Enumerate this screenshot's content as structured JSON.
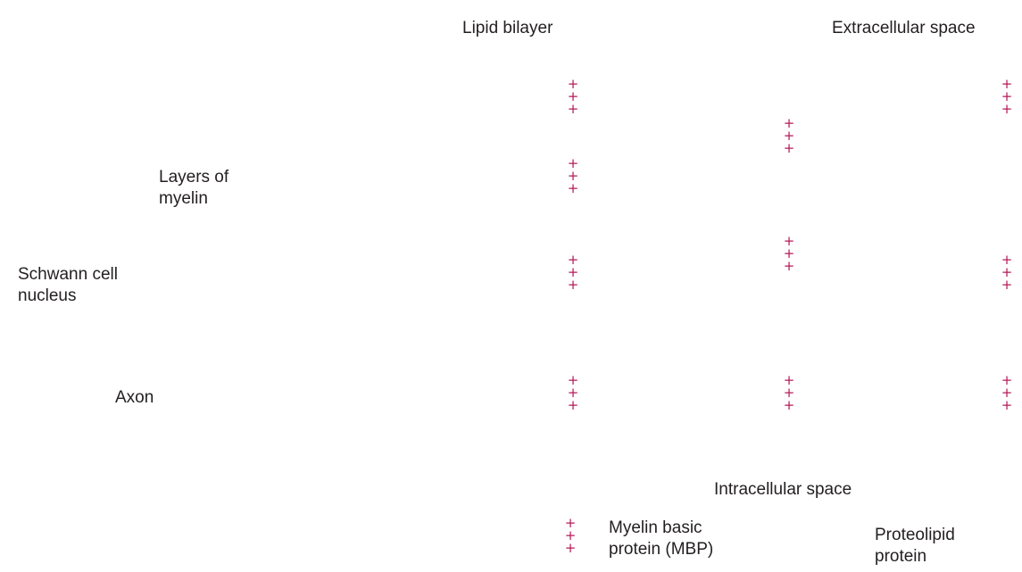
{
  "labels": {
    "lipid_bilayer": "Lipid bilayer",
    "extracellular_space": "Extracellular space",
    "layers_of_myelin": [
      "Layers of",
      "myelin"
    ],
    "schwann_cell_nucleus": [
      "Schwann cell",
      "nucleus"
    ],
    "axon": "Axon",
    "intracellular_space": "Intracellular space",
    "myelin_basic_protein": [
      "Myelin basic",
      "protein (MBP)"
    ],
    "proteolipid_protein": [
      "Proteolipid",
      "protein"
    ]
  },
  "charge_symbol": "+",
  "colors": {
    "charge": "#b5195a",
    "text": "#231f20"
  }
}
